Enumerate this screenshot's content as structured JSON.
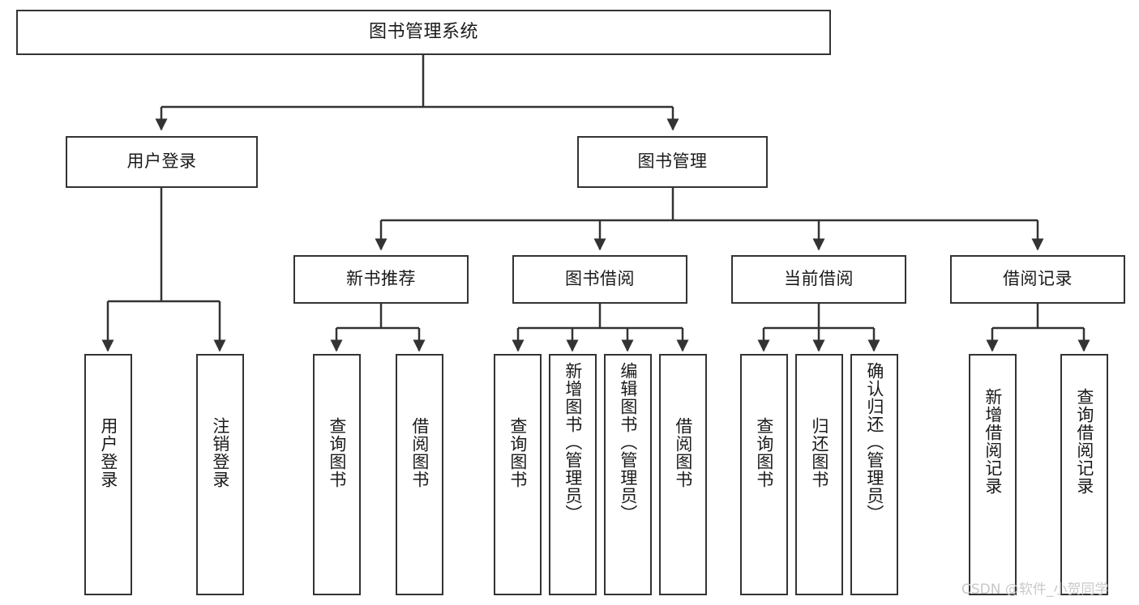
{
  "diagram": {
    "type": "tree-hierarchy",
    "title": "图书管理系统",
    "orientation": "top-down",
    "line_color": "#333333",
    "box_fill": "#ffffff",
    "text_color": "#1a1a1a",
    "nodes": {
      "root": {
        "label": "图书管理系统",
        "level": 1
      },
      "l2": [
        {
          "id": "user-login",
          "label": "用户登录",
          "level": 2
        },
        {
          "id": "book-management",
          "label": "图书管理",
          "level": 2
        }
      ],
      "l3": [
        {
          "id": "new-book-recommend",
          "label": "新书推荐",
          "level": 3,
          "parent": "book-management"
        },
        {
          "id": "book-borrow",
          "label": "图书借阅",
          "level": 3,
          "parent": "book-management"
        },
        {
          "id": "current-borrow",
          "label": "当前借阅",
          "level": 3,
          "parent": "book-management"
        },
        {
          "id": "borrow-record",
          "label": "借阅记录",
          "level": 3,
          "parent": "book-management"
        }
      ],
      "leaves": [
        {
          "id": "leaf-user-login",
          "label": "用户登录",
          "parent": "user-login"
        },
        {
          "id": "leaf-logout-login",
          "label": "注销登录",
          "parent": "user-login"
        },
        {
          "id": "leaf-query-book-1",
          "label": "查询图书",
          "parent": "new-book-recommend"
        },
        {
          "id": "leaf-borrow-book-1",
          "label": "借阅图书",
          "parent": "new-book-recommend"
        },
        {
          "id": "leaf-query-book-2",
          "label": "查询图书",
          "parent": "book-borrow"
        },
        {
          "id": "leaf-add-book",
          "label": "新增图书（管理员）",
          "parent": "book-borrow"
        },
        {
          "id": "leaf-edit-book",
          "label": "编辑图书（管理员）",
          "parent": "book-borrow"
        },
        {
          "id": "leaf-borrow-book-2",
          "label": "借阅图书",
          "parent": "book-borrow"
        },
        {
          "id": "leaf-query-book-3",
          "label": "查询图书",
          "parent": "current-borrow"
        },
        {
          "id": "leaf-return-book",
          "label": "归还图书",
          "parent": "current-borrow"
        },
        {
          "id": "leaf-confirm-return",
          "label": "确认归还（管理员）",
          "parent": "current-borrow"
        },
        {
          "id": "leaf-add-record",
          "label": "新增借阅记录",
          "parent": "borrow-record"
        },
        {
          "id": "leaf-query-record",
          "label": "查询借阅记录",
          "parent": "borrow-record"
        }
      ]
    }
  },
  "watermark": {
    "text": "CSDN @软件_小贺同学"
  }
}
